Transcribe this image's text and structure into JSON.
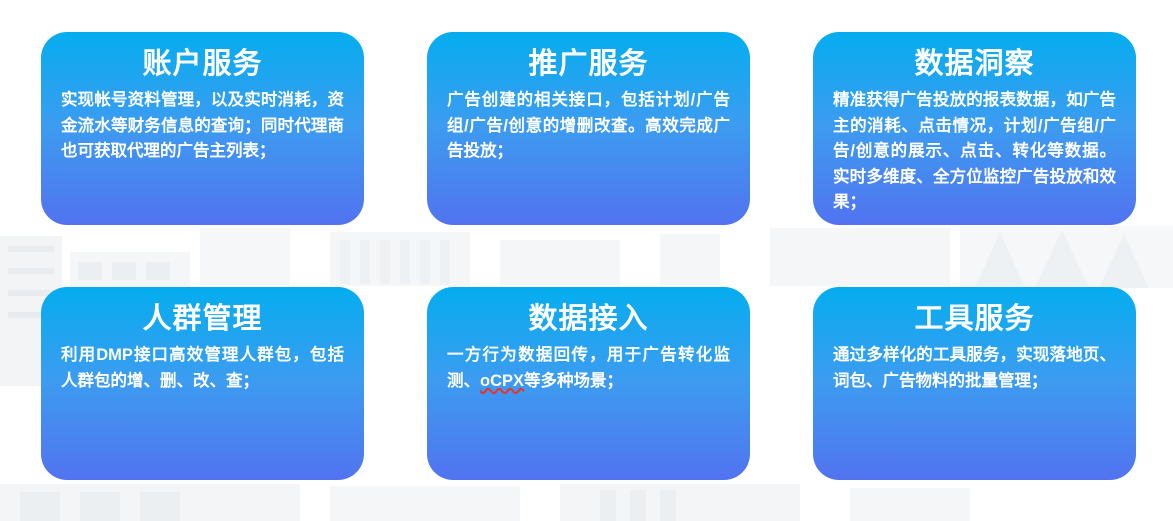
{
  "theme": {
    "card_gradient_top": "#04ADEF",
    "card_gradient_mid": "#3C9CF0",
    "card_gradient_bottom": "#5273F0",
    "page_background": "#FFFFFF",
    "text_color": "#FFFFFF",
    "spellcheck_underline_color": "#E8342A"
  },
  "cards": [
    {
      "title": "账户服务",
      "body_prefix": "实现帐号资料管理，以及实时消耗，资金流水等财务信息的查询；同时代理商也可获取代理的广告主列表；",
      "body_spellcheck": "",
      "body_suffix": ""
    },
    {
      "title": "推广服务",
      "body_prefix": "广告创建的相关接口，包括计划/广告组/广告/创意的增删改查。高效完成广告投放；",
      "body_spellcheck": "",
      "body_suffix": ""
    },
    {
      "title": "数据洞察",
      "body_prefix": "精准获得广告投放的报表数据，如广告主的消耗、点击情况，计划/广告组/广告/创意的展示、点击、转化等数据。实时多维度、全方位监控广告投放和效果；",
      "body_spellcheck": "",
      "body_suffix": ""
    },
    {
      "title": "人群管理",
      "body_prefix": "利用DMP接口高效管理人群包，包括人群包的增、删、改、查；",
      "body_spellcheck": "",
      "body_suffix": ""
    },
    {
      "title": "数据接入",
      "body_prefix": "一方行为数据回传，用于广告转化监测、",
      "body_spellcheck": "oCPX",
      "body_suffix": "等多种场景；"
    },
    {
      "title": "工具服务",
      "body_prefix": "通过多样化的工具服务，实现落地页、词包、广告物料的批量管理；",
      "body_spellcheck": "",
      "body_suffix": ""
    }
  ]
}
